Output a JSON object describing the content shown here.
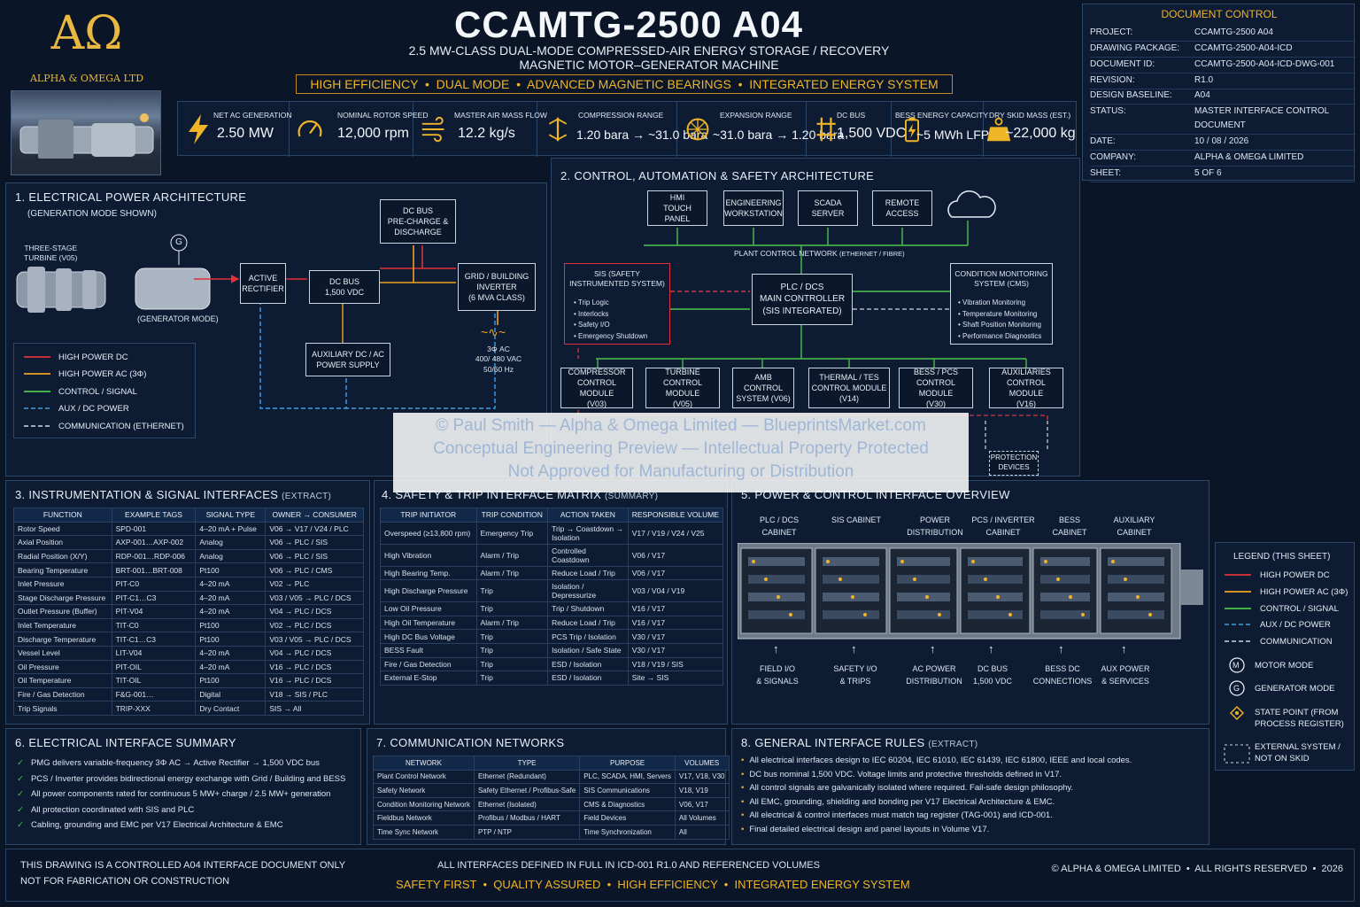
{
  "header": {
    "logo_symbol": "AΩ",
    "company_logo_text": "ALPHA & OMEGA LTD",
    "title": "CCAMTG-2500 A04",
    "subtitle_line1": "2.5 MW-CLASS DUAL-MODE COMPRESSED-AIR ENERGY STORAGE / RECOVERY",
    "subtitle_line2": "MAGNETIC MOTOR–GENERATOR MACHINE",
    "tagline": "HIGH EFFICIENCY  •  DUAL MODE  •  ADVANCED MAGNETIC BEARINGS  •  INTEGRATED ENERGY SYSTEM"
  },
  "kpis": [
    {
      "label": "NET AC GENERATION",
      "value": "2.50 MW",
      "icon": "lightning-icon"
    },
    {
      "label": "NOMINAL ROTOR SPEED",
      "value": "12,000 rpm",
      "icon": "gauge-icon"
    },
    {
      "label": "MASTER AIR MASS FLOW",
      "value": "12.2 kg/s",
      "icon": "airflow-icon"
    },
    {
      "label": "COMPRESSION RANGE",
      "value": "1.20 bara → ~31.0 bara",
      "icon": "compression-icon"
    },
    {
      "label": "EXPANSION RANGE",
      "value": "~31.0 bara → 1.20 bara",
      "icon": "expansion-icon"
    },
    {
      "label": "DC BUS",
      "value": "1,500 VDC",
      "icon": "dc-bus-icon"
    },
    {
      "label": "BESS ENERGY CAPACITY",
      "value": "~5 MWh LFP",
      "icon": "battery-icon"
    },
    {
      "label": "DRY SKID MASS (EST.)",
      "value": "~22,000 kg",
      "icon": "weight-icon"
    }
  ],
  "doc_control": {
    "title": "DOCUMENT CONTROL",
    "rows": [
      {
        "k": "PROJECT:",
        "v": "CCAMTG-2500 A04"
      },
      {
        "k": "DRAWING PACKAGE:",
        "v": "CCAMTG-2500-A04-ICD"
      },
      {
        "k": "DOCUMENT ID:",
        "v": "CCAMTG-2500-A04-ICD-DWG-001"
      },
      {
        "k": "REVISION:",
        "v": "R1.0"
      },
      {
        "k": "DESIGN BASELINE:",
        "v": "A04"
      },
      {
        "k": "STATUS:",
        "v": "MASTER INTERFACE CONTROL"
      },
      {
        "k": "",
        "v": "DOCUMENT"
      },
      {
        "k": "DATE:",
        "v": "10 / 08 / 2026"
      },
      {
        "k": "COMPANY:",
        "v": "ALPHA & OMEGA LIMITED"
      },
      {
        "k": "SHEET:",
        "v": "5 OF 6"
      }
    ]
  },
  "sec1": {
    "title": "1.  ELECTRICAL POWER ARCHITECTURE",
    "sub": "(GENERATION MODE SHOWN)",
    "turbine_label": "THREE-STAGE\nTURBINE (V05)",
    "generator_symbol": "G",
    "generator_label": "(GENERATOR MODE)",
    "boxes": {
      "rectifier": "ACTIVE\nRECTIFIER",
      "dcbus": "DC BUS\n1,500 VDC",
      "precharge": "DC BUS\nPRE-CHARGE &\nDISCHARGE",
      "inverter": "GRID / BUILDING\nINVERTER\n(6 MVA CLASS)",
      "aux": "AUXILIARY DC / AC\nPOWER SUPPLY"
    },
    "ac_out": "3Φ AC\n400/ 480 VAC\n50/60 Hz",
    "legend": [
      "HIGH POWER DC",
      "HIGH POWER AC (3Φ)",
      "CONTROL / SIGNAL",
      "AUX / DC POWER",
      "COMMUNICATION (ETHERNET)"
    ]
  },
  "sec2": {
    "title": "2.  CONTROL, AUTOMATION & SAFETY ARCHITECTURE",
    "top_boxes": [
      "HMI\nTOUCH PANEL",
      "ENGINEERING\nWORKSTATION",
      "SCADA\nSERVER",
      "REMOTE\nACCESS"
    ],
    "network_label": "PLANT CONTROL NETWORK",
    "network_sub": "(ETHERNET / FIBRE)",
    "sis_title": "SIS (SAFETY\nINSTRUMENTED SYSTEM)",
    "sis_items": [
      "Trip Logic",
      "Interlocks",
      "Safety I/O",
      "Emergency Shutdown"
    ],
    "plc": "PLC / DCS\nMAIN CONTROLLER\n(SIS INTEGRATED)",
    "cms_title": "CONDITION MONITORING\nSYSTEM (CMS)",
    "cms_items": [
      "Vibration Monitoring",
      "Temperature Monitoring",
      "Shaft Position Monitoring",
      "Performance Diagnostics"
    ],
    "modules": [
      "COMPRESSOR\nCONTROL MODULE\n(V03)",
      "TURBINE\nCONTROL MODULE\n(V05)",
      "AMB CONTROL\nSYSTEM (V06)",
      "THERMAL / TES\nCONTROL MODULE\n(V14)",
      "BESS / PCS\nCONTROL MODULE\n(V30)",
      "AUXILIARIES\nCONTROL MODULE\n(V16)"
    ],
    "protection": "PROTECTION\nDEVICES"
  },
  "watermark": {
    "line1": "© Paul Smith — Alpha & Omega Limited — BlueprintsMarket.com",
    "line2": "Conceptual Engineering Preview — Intellectual Property Protected",
    "line3": "Not Approved for Manufacturing or Distribution"
  },
  "sec3": {
    "title": "3.  INSTRUMENTATION & SIGNAL INTERFACES",
    "sub": "(EXTRACT)",
    "headers": [
      "FUNCTION",
      "EXAMPLE TAGS",
      "SIGNAL TYPE",
      "OWNER → CONSUMER"
    ],
    "rows": [
      [
        "Rotor Speed",
        "SPD-001",
        "4–20 mA + Pulse",
        "V06 → V17 / V24 / PLC"
      ],
      [
        "Axial Position",
        "AXP-001…AXP-002",
        "Analog",
        "V06 → PLC / SIS"
      ],
      [
        "Radial Position (X/Y)",
        "RDP-001…RDP-006",
        "Analog",
        "V06 → PLC / SIS"
      ],
      [
        "Bearing Temperature",
        "BRT-001…BRT-008",
        "Pt100",
        "V06 → PLC / CMS"
      ],
      [
        "Inlet Pressure",
        "PIT-C0",
        "4–20 mA",
        "V02 → PLC"
      ],
      [
        "Stage Discharge Pressure",
        "PIT-C1…C3",
        "4–20 mA",
        "V03 / V05 → PLC / DCS"
      ],
      [
        "Outlet Pressure (Buffer)",
        "PIT-V04",
        "4–20 mA",
        "V04 → PLC / DCS"
      ],
      [
        "Inlet Temperature",
        "TIT-C0",
        "Pt100",
        "V02 → PLC / DCS"
      ],
      [
        "Discharge Temperature",
        "TIT-C1…C3",
        "Pt100",
        "V03 / V05 → PLC / DCS"
      ],
      [
        "Vessel Level",
        "LIT-V04",
        "4–20 mA",
        "V04 → PLC / DCS"
      ],
      [
        "Oil Pressure",
        "PIT-OIL",
        "4–20 mA",
        "V16 → PLC / DCS"
      ],
      [
        "Oil Temperature",
        "TIT-OIL",
        "Pt100",
        "V16 → PLC / DCS"
      ],
      [
        "Fire / Gas Detection",
        "F&G-001…",
        "Digital",
        "V18 → SIS / PLC"
      ],
      [
        "Trip Signals",
        "TRIP-XXX",
        "Dry Contact",
        "SIS → All"
      ]
    ]
  },
  "sec4": {
    "title": "4.  SAFETY & TRIP INTERFACE MATRIX",
    "sub": "(SUMMARY)",
    "headers": [
      "TRIP INITIATOR",
      "TRIP CONDITION",
      "ACTION TAKEN",
      "RESPONSIBLE VOLUME"
    ],
    "rows": [
      [
        "Overspeed (≥13,800 rpm)",
        "Emergency Trip",
        "Trip → Coastdown → Isolation",
        "V17 / V19 / V24 / V25"
      ],
      [
        "High Vibration",
        "Alarm / Trip",
        "Controlled Coastdown",
        "V06 / V17"
      ],
      [
        "High Bearing Temp.",
        "Alarm / Trip",
        "Reduce Load / Trip",
        "V06 / V17"
      ],
      [
        "High Discharge Pressure",
        "Trip",
        "Isolation / Depressurize",
        "V03 / V04 / V19"
      ],
      [
        "Low Oil Pressure",
        "Trip",
        "Trip / Shutdown",
        "V16 / V17"
      ],
      [
        "High Oil Temperature",
        "Alarm / Trip",
        "Reduce Load / Trip",
        "V16 / V17"
      ],
      [
        "High DC Bus Voltage",
        "Trip",
        "PCS Trip / Isolation",
        "V30 / V17"
      ],
      [
        "BESS Fault",
        "Trip",
        "Isolation / Safe State",
        "V30 / V17"
      ],
      [
        "Fire / Gas Detection",
        "Trip",
        "ESD / Isolation",
        "V18 / V19 / SIS"
      ],
      [
        "External E-Stop",
        "Trip",
        "ESD / Isolation",
        "Site → SIS"
      ]
    ]
  },
  "sec5": {
    "title": "5.  POWER & CONTROL INTERFACE OVERVIEW",
    "cabinets": [
      "PLC / DCS\nCABINET",
      "SIS CABINET",
      "POWER\nDISTRIBUTION",
      "PCS / INVERTER\nCABINET",
      "BESS\nCABINET",
      "AUXILIARY\nCABINET"
    ],
    "bottom": [
      "FIELD I/O\n& SIGNALS",
      "SAFETY I/O\n& TRIPS",
      "AC POWER\nDISTRIBUTION",
      "DC BUS\n1,500 VDC",
      "BESS DC\nCONNECTIONS",
      "AUX POWER\n& SERVICES"
    ]
  },
  "legend_sheet": {
    "title": "LEGEND (THIS SHEET)",
    "lines": [
      "HIGH POWER DC",
      "HIGH POWER AC (3Φ)",
      "CONTROL / SIGNAL",
      "AUX / DC POWER",
      "COMMUNICATION"
    ],
    "motor_symbol": "M",
    "motor": "MOTOR MODE",
    "generator_symbol": "G",
    "generator": "GENERATOR MODE",
    "state": "STATE POINT (FROM\nPROCESS REGISTER)",
    "external": "EXTERNAL SYSTEM /\nNOT ON SKID"
  },
  "sec6": {
    "title": "6.  ELECTRICAL INTERFACE SUMMARY",
    "items": [
      "PMG delivers variable-frequency 3Φ AC → Active Rectifier → 1,500 VDC bus",
      "PCS / Inverter provides bidirectional energy exchange with Grid / Building and BESS",
      "All power components rated for continuous 5 MW+ charge / 2.5 MW+ generation",
      "All protection coordinated with SIS and PLC",
      "Cabling, grounding and EMC per V17 Electrical Architecture & EMC"
    ]
  },
  "sec7": {
    "title": "7.  COMMUNICATION NETWORKS",
    "headers": [
      "NETWORK",
      "TYPE",
      "PURPOSE",
      "VOLUMES"
    ],
    "rows": [
      [
        "Plant Control Network",
        "Ethernet (Redundant)",
        "PLC, SCADA, HMI, Servers",
        "V17, V18, V30"
      ],
      [
        "Safety Network",
        "Safety Ethernet / Profibus-Safe",
        "SIS Communications",
        "V18, V19"
      ],
      [
        "Condition Monitoring Network",
        "Ethernet (Isolated)",
        "CMS & Diagnostics",
        "V06, V17"
      ],
      [
        "Fieldbus Network",
        "Profibus / Modbus / HART",
        "Field Devices",
        "All Volumes"
      ],
      [
        "Time Sync Network",
        "PTP / NTP",
        "Time Synchronization",
        "All"
      ]
    ]
  },
  "sec8": {
    "title": "8.  GENERAL INTERFACE RULES",
    "sub": "(EXTRACT)",
    "items": [
      "All electrical interfaces design to IEC 60204, IEC 61010, IEC 61439, IEC 61800, IEEE and local codes.",
      "DC bus nominal 1,500 VDC. Voltage limits and protective thresholds defined in V17.",
      "All control signals are galvanically isolated where required. Fail-safe design philosophy.",
      "All EMC, grounding, shielding and bonding per V17 Electrical Architecture & EMC.",
      "All electrical & control interfaces must match tag register (TAG-001) and ICD-001.",
      "Final detailed electrical design and panel layouts in Volume V17."
    ]
  },
  "footer": {
    "left1": "THIS DRAWING IS A CONTROLLED A04 INTERFACE DOCUMENT ONLY",
    "left2": "NOT FOR FABRICATION OR CONSTRUCTION",
    "center": "ALL INTERFACES DEFINED IN FULL IN ICD-001 R1.0 AND REFERENCED VOLUMES",
    "tagline": "SAFETY FIRST  •  QUALITY ASSURED  •  HIGH EFFICIENCY  •  INTEGRATED ENERGY SYSTEM",
    "right": "© ALPHA & OMEGA LIMITED  •  ALL RIGHTS RESERVED  •  2026"
  },
  "colors": {
    "dc": "#e0323a",
    "ac": "#f0a020",
    "control": "#4cc34c",
    "aux": "#3aa0e8",
    "comm": "#d0d8e4",
    "gold": "#f0b429"
  }
}
